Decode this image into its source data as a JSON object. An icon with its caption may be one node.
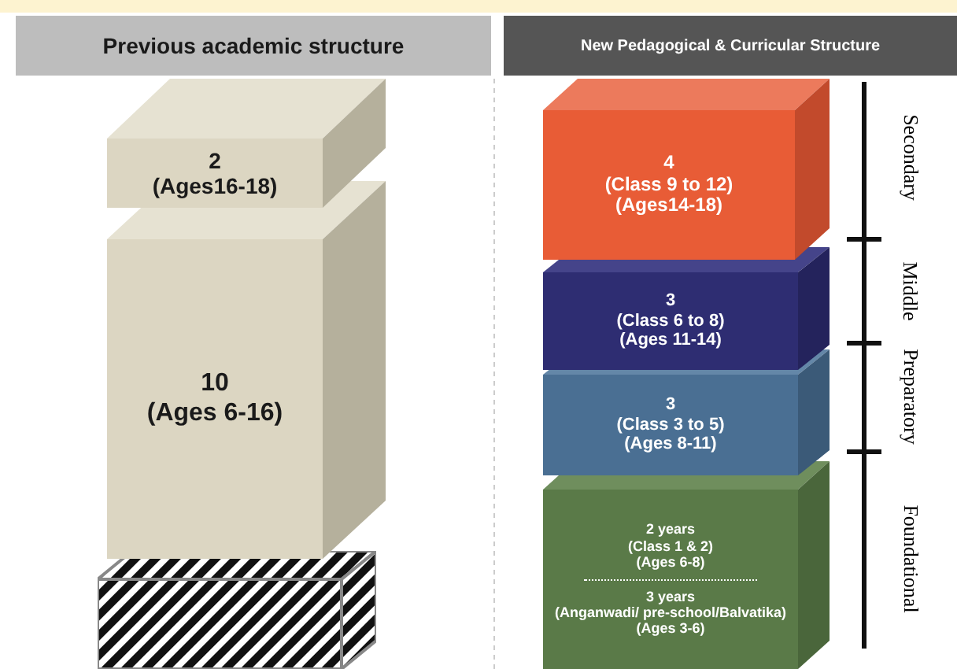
{
  "diagram": {
    "nodes": [
      {
        "text": [
          "Previous academic structure"
        ]
      },
      {
        "text": [
          "2",
          "(Ages16-18)"
        ]
      },
      {
        "text": [
          "10",
          "(Ages 6-16)"
        ]
      },
      {
        "text": [],
        "shape": "box"
      },
      {
        "text": [
          "New Pedagogical & Curricular Structure"
        ]
      },
      {
        "text": [
          "4",
          "(Class 9 to 12)",
          "(Ages14-18)"
        ]
      },
      {
        "text": [
          "3",
          "(Class 6 to 8)",
          "(Ages 11-14)"
        ]
      },
      {
        "text": [
          "3",
          "(Class 3 to 5)",
          "(Ages 8-11)"
        ]
      },
      {
        "text": [
          "2 years",
          "(Class 1 & 2)",
          "(Ages 6-8)",
          "3 years",
          "(Anganwadi/ pre-school/Balvatika)",
          "(Ages 3-6)"
        ]
      }
    ],
    "edges": [],
    "labels": [
      "Secondary",
      "Middle",
      "Preparatory",
      "Foundational"
    ]
  }
}
